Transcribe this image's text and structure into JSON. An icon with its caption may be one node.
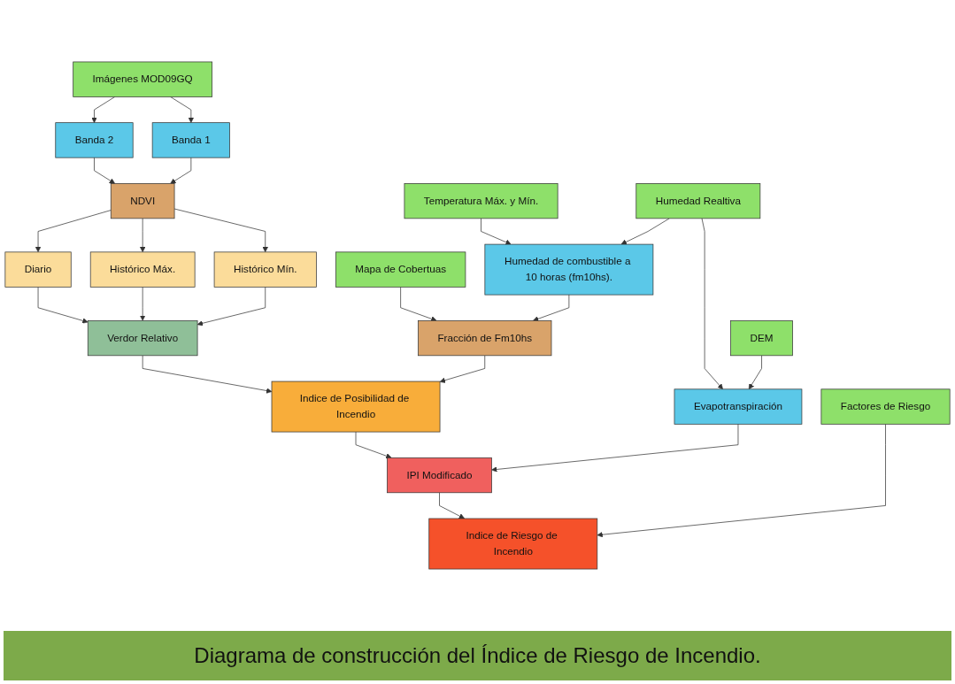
{
  "diagram": {
    "caption": "Diagrama de construcción del Índice de Riesgo de Incendio.",
    "nodes": [
      {
        "text": [
          "Imágenes MOD09GQ"
        ]
      },
      {
        "text": [
          "Mapa de Cobertuas"
        ]
      },
      {
        "text": [
          "Temperatura Máx. y Mín."
        ]
      },
      {
        "text": [
          "Humedad Realtiva"
        ]
      },
      {
        "text": [
          "DEM"
        ]
      },
      {
        "text": [
          "Banda 2"
        ]
      },
      {
        "text": [
          "Banda 1"
        ]
      },
      {
        "text": [
          "Humedad de combustible a 10 horas (fm10hs)."
        ]
      },
      {
        "text": [
          "Evapotranspiración"
        ]
      },
      {
        "text": [
          "NDVI"
        ]
      },
      {
        "text": [
          "Fracción de Fm10hs"
        ]
      },
      {
        "text": [
          "Diario"
        ]
      },
      {
        "text": [
          "Histórico Máx."
        ]
      },
      {
        "text": [
          "Histórico Mín."
        ]
      },
      {
        "text": [
          "Verdor Relativo"
        ]
      },
      {
        "text": [
          "Indice de Posibilidad de Incendio"
        ]
      },
      {
        "text": [
          "Factores de Riesgo"
        ]
      },
      {
        "text": [
          "IPI Modificado"
        ]
      },
      {
        "text": [
          "Indice de Riesgo de Incendio"
        ]
      }
    ],
    "edges": [
      {
        "from": 0,
        "to": 5,
        "arrow": "to"
      },
      {
        "from": 0,
        "to": 6,
        "arrow": "to"
      },
      {
        "from": 2,
        "to": 7,
        "arrow": "to"
      },
      {
        "from": 3,
        "to": 7,
        "arrow": "to"
      },
      {
        "from": 3,
        "to": 8,
        "arrow": "to"
      },
      {
        "from": 4,
        "to": 8,
        "arrow": "to"
      },
      {
        "from": 5,
        "to": 9,
        "arrow": "to"
      },
      {
        "from": 6,
        "to": 9,
        "arrow": "to"
      },
      {
        "from": 1,
        "to": 10,
        "arrow": "to"
      },
      {
        "from": 7,
        "to": 10,
        "arrow": "to"
      },
      {
        "from": 9,
        "to": 11,
        "arrow": "to"
      },
      {
        "from": 9,
        "to": 12,
        "arrow": "to"
      },
      {
        "from": 9,
        "to": 13,
        "arrow": "to"
      },
      {
        "from": 11,
        "to": 14,
        "arrow": "to"
      },
      {
        "from": 12,
        "to": 14,
        "arrow": "to"
      },
      {
        "from": 13,
        "to": 14,
        "arrow": "to"
      },
      {
        "from": 14,
        "to": 15,
        "arrow": "to"
      },
      {
        "from": 10,
        "to": 15,
        "arrow": "to"
      },
      {
        "from": 15,
        "to": 17,
        "arrow": "to"
      },
      {
        "from": 8,
        "to": 17,
        "arrow": "to"
      },
      {
        "from": 17,
        "to": 18,
        "arrow": "to"
      },
      {
        "from": 16,
        "to": 18,
        "arrow": "to"
      }
    ]
  }
}
